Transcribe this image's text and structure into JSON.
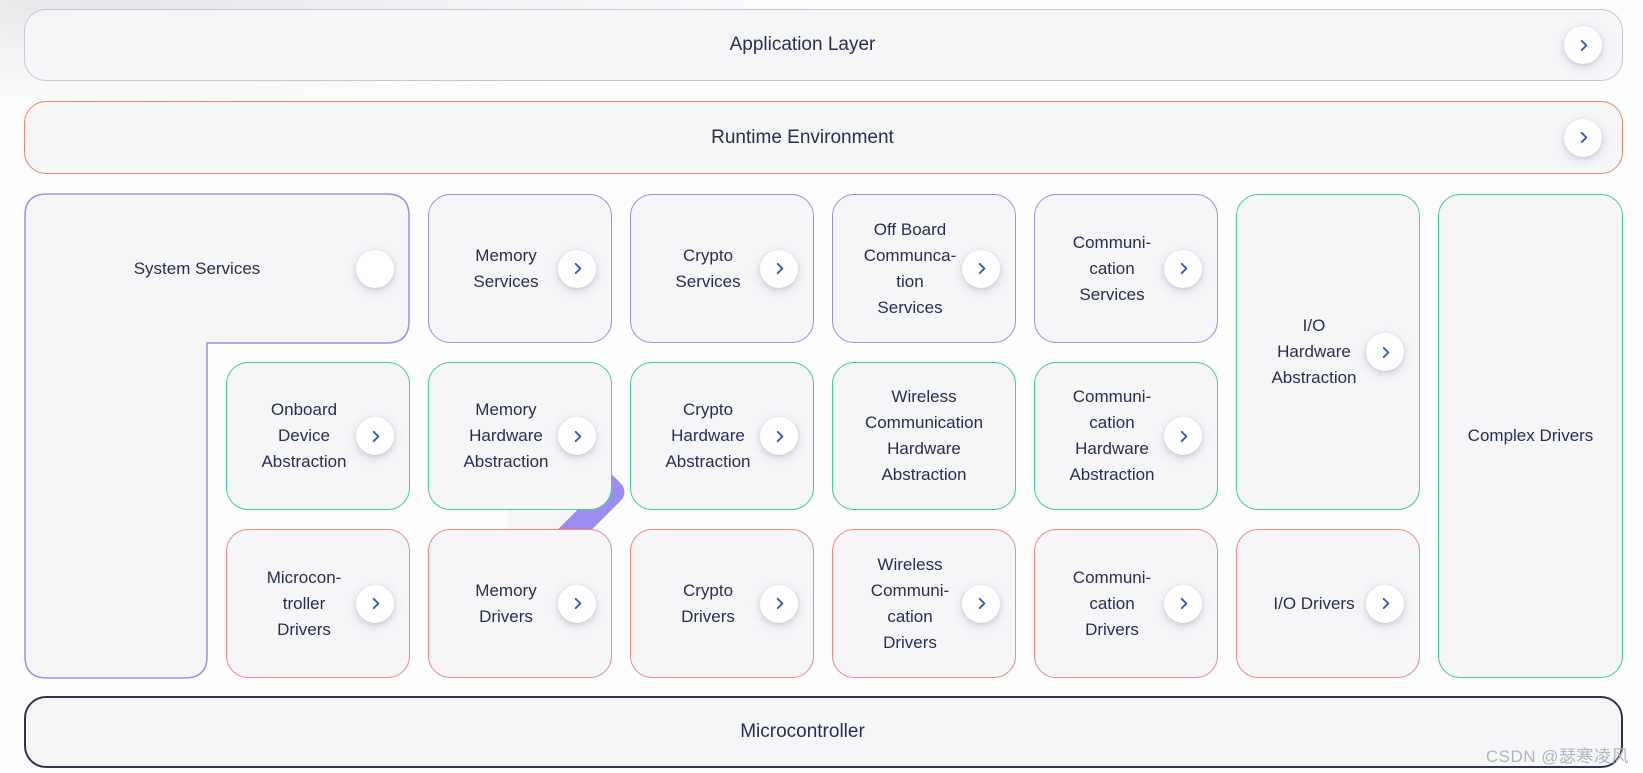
{
  "colors": {
    "services": "#9c8df0",
    "hwa": "#3ed28c",
    "drivers": "#f8867d",
    "runtime": "#ee8568",
    "application": "#c6c5dc",
    "microcontroller": "#2b3552",
    "chevron": "#2b55c7",
    "text": "#26304e",
    "boxfill": "#f6f6f9",
    "watermark": "#b2b6bd"
  },
  "bars": {
    "application_layer": {
      "label": "Application Layer"
    },
    "runtime_environment": {
      "label": "Runtime Environment"
    },
    "microcontroller": {
      "label": "Microcontroller"
    }
  },
  "blocks": {
    "system_services": {
      "label": "System Services"
    },
    "memory_services": {
      "label": "Memory\nServices"
    },
    "crypto_services": {
      "label": "Crypto\nServices"
    },
    "offboard_communication_services": {
      "label": "Off Board\nCommunca-\ntion\nServices"
    },
    "communication_services": {
      "label": "Communi-\ncation\nServices"
    },
    "io_hardware_abstraction": {
      "label": "I/O\nHardware\nAbstraction"
    },
    "complex_drivers": {
      "label": "Complex Drivers"
    },
    "onboard_device_abstraction": {
      "label": "Onboard\nDevice\nAbstraction"
    },
    "memory_hardware_abstraction": {
      "label": "Memory\nHardware\nAbstraction"
    },
    "crypto_hardware_abstraction": {
      "label": "Crypto\nHardware\nAbstraction"
    },
    "wireless_communication_hardware_abstraction": {
      "label": "Wireless\nCommunication\nHardware\nAbstraction"
    },
    "communication_hardware_abstraction": {
      "label": "Communi-\ncation\nHardware\nAbstraction"
    },
    "microcontroller_drivers": {
      "label": "Microcon-\ntroller\nDrivers"
    },
    "memory_drivers": {
      "label": "Memory\nDrivers"
    },
    "crypto_drivers": {
      "label": "Crypto\nDrivers"
    },
    "wireless_communication_drivers": {
      "label": "Wireless\nCommuni-\ncation\nDrivers"
    },
    "communication_drivers": {
      "label": "Communi-\ncation\nDrivers"
    },
    "io_drivers": {
      "label": "I/O Drivers"
    }
  },
  "watermark": {
    "text": "CSDN @瑟寒凌风"
  }
}
